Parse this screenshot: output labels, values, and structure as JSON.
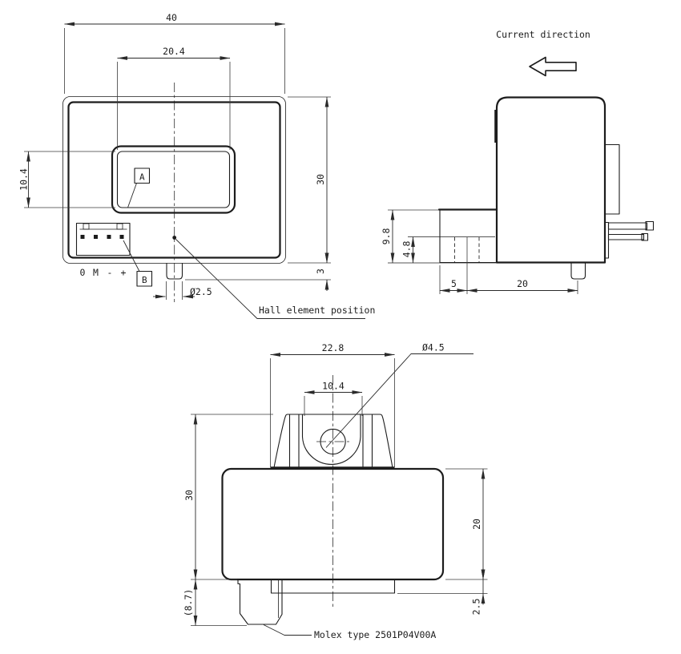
{
  "drawing": {
    "background": "#ffffff",
    "line_color": "#1c1c1c",
    "views": {
      "front": {
        "dims": {
          "overall_width": "40",
          "window_width": "20.4",
          "window_height": "10.4",
          "overall_height": "30",
          "base_thickness": "3",
          "peg_diameter": "Ø2.5"
        },
        "detail_a": "A",
        "detail_b": "B",
        "pin_labels": [
          "0",
          "M",
          "-",
          "+"
        ],
        "hall_note": "Hall element position"
      },
      "side": {
        "current_direction_note": "Current direction",
        "dims": {
          "connector_height": "9.8",
          "pin_height": "4.8",
          "connector_offset": "5",
          "body_depth": "20"
        }
      },
      "rear": {
        "dims": {
          "tower_width": "22.8",
          "hole_mount_width": "10.4",
          "hole_diameter": "Ø4.5",
          "overall_height": "30",
          "body_height": "20",
          "base_plate": "2.5",
          "connector_protrusion": "(8.7)"
        },
        "molex_note": "Molex type 2501P04V00A"
      }
    }
  }
}
